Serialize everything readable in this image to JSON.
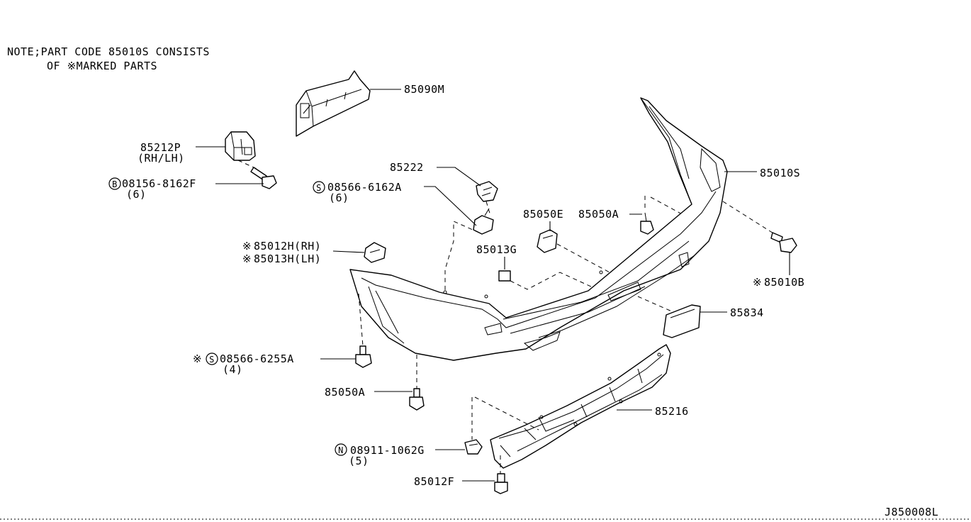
{
  "note": {
    "line1": "NOTE;PART CODE 85010S CONSISTS",
    "line2": "OF ※MARKED PARTS"
  },
  "symbols": {
    "asterisk": "※",
    "b_circle": "B",
    "s_circle": "S",
    "n_circle": "N"
  },
  "parts": {
    "p85090M": "85090M",
    "p85212P": "85212P",
    "p85212P_sub": "(RH/LH)",
    "p08156": "08156-8162F",
    "p08156_qty": "(6)",
    "p85222": "85222",
    "p08566_6162": "08566-6162A",
    "p08566_6162_qty": "(6)",
    "p85050E": "85050E",
    "p85050A_top": "85050A",
    "p85010S": "85010S",
    "p85010B": "85010B",
    "p85013G": "85013G",
    "p85012H": "85012H(RH)",
    "p85013H": "85013H(LH)",
    "p85834": "85834",
    "p08566_6255": "08566-6255A",
    "p08566_6255_qty": "(4)",
    "p85050A_bottom": "85050A",
    "p85216": "85216",
    "p08911": "08911-1062G",
    "p08911_qty": "(5)",
    "p85012F": "85012F"
  },
  "diagram_code": "J850008L"
}
